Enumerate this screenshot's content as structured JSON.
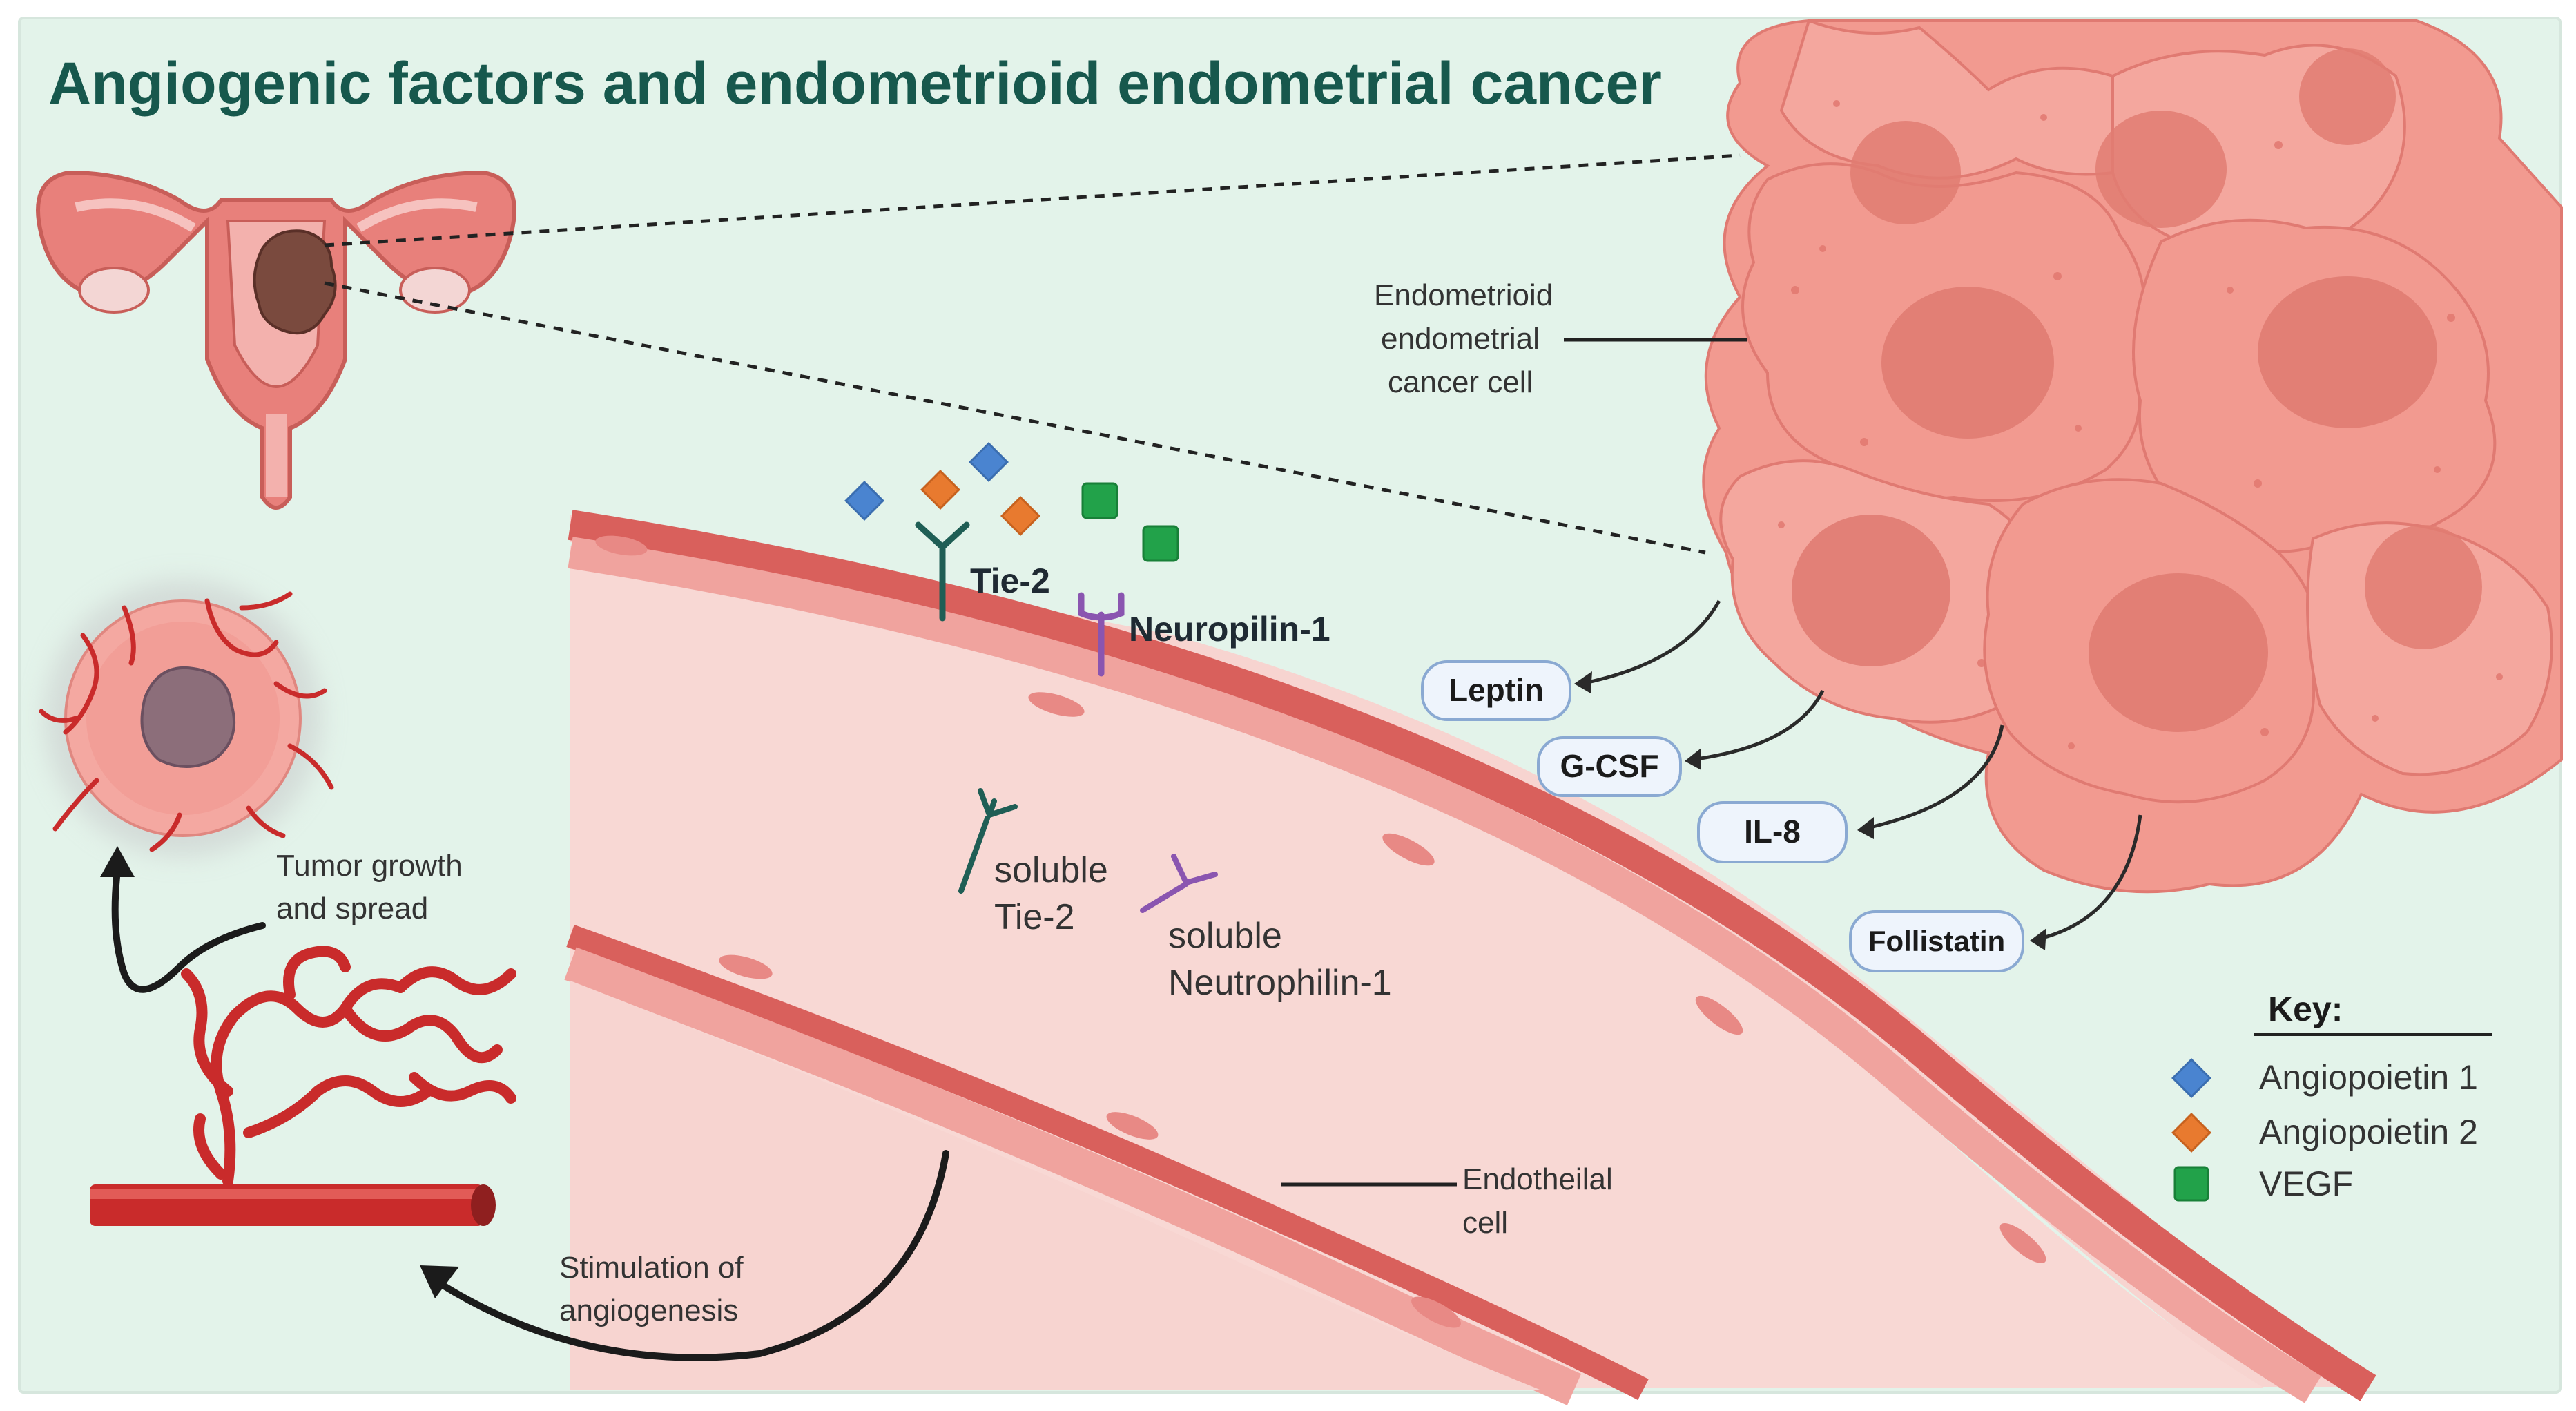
{
  "title": "Angiogenic factors and endometrioid endometrial cancer",
  "colors": {
    "background": "#e3f3ea",
    "title": "#17584d",
    "vessel": "#d24a4a",
    "cancer_cell": "#f09a90",
    "angiopoietin_1": "#4a84d0",
    "angiopoietin_2": "#e87a2f",
    "vegf": "#22a24a",
    "tie2": "#1f5e55",
    "neuropilin": "#8a55b0"
  },
  "labels": {
    "cancer_cell": [
      "Endometrioid",
      "endometrial",
      "cancer cell"
    ],
    "tie2_receptor": "Tie-2",
    "neuropilin_receptor": "Neuropilin-1",
    "soluble_tie2": [
      "soluble",
      "Tie-2"
    ],
    "soluble_neutrophilin": [
      "soluble",
      "Neutrophilin-1"
    ],
    "endothelial_cell": [
      "Endotheilal",
      "cell"
    ],
    "tumor_growth": [
      "Tumor growth",
      "and spread"
    ],
    "stimulation": [
      "Stimulation of",
      "angiogenesis"
    ]
  },
  "secreted_factors": [
    "Leptin",
    "G-CSF",
    "IL-8",
    "Follistatin"
  ],
  "key": {
    "title": "Key:",
    "items": [
      {
        "label": "Angiopoietin 1",
        "icon": "blue-diamond-icon"
      },
      {
        "label": "Angiopoietin 2",
        "icon": "orange-diamond-icon"
      },
      {
        "label": "VEGF",
        "icon": "green-square-icon"
      }
    ]
  }
}
